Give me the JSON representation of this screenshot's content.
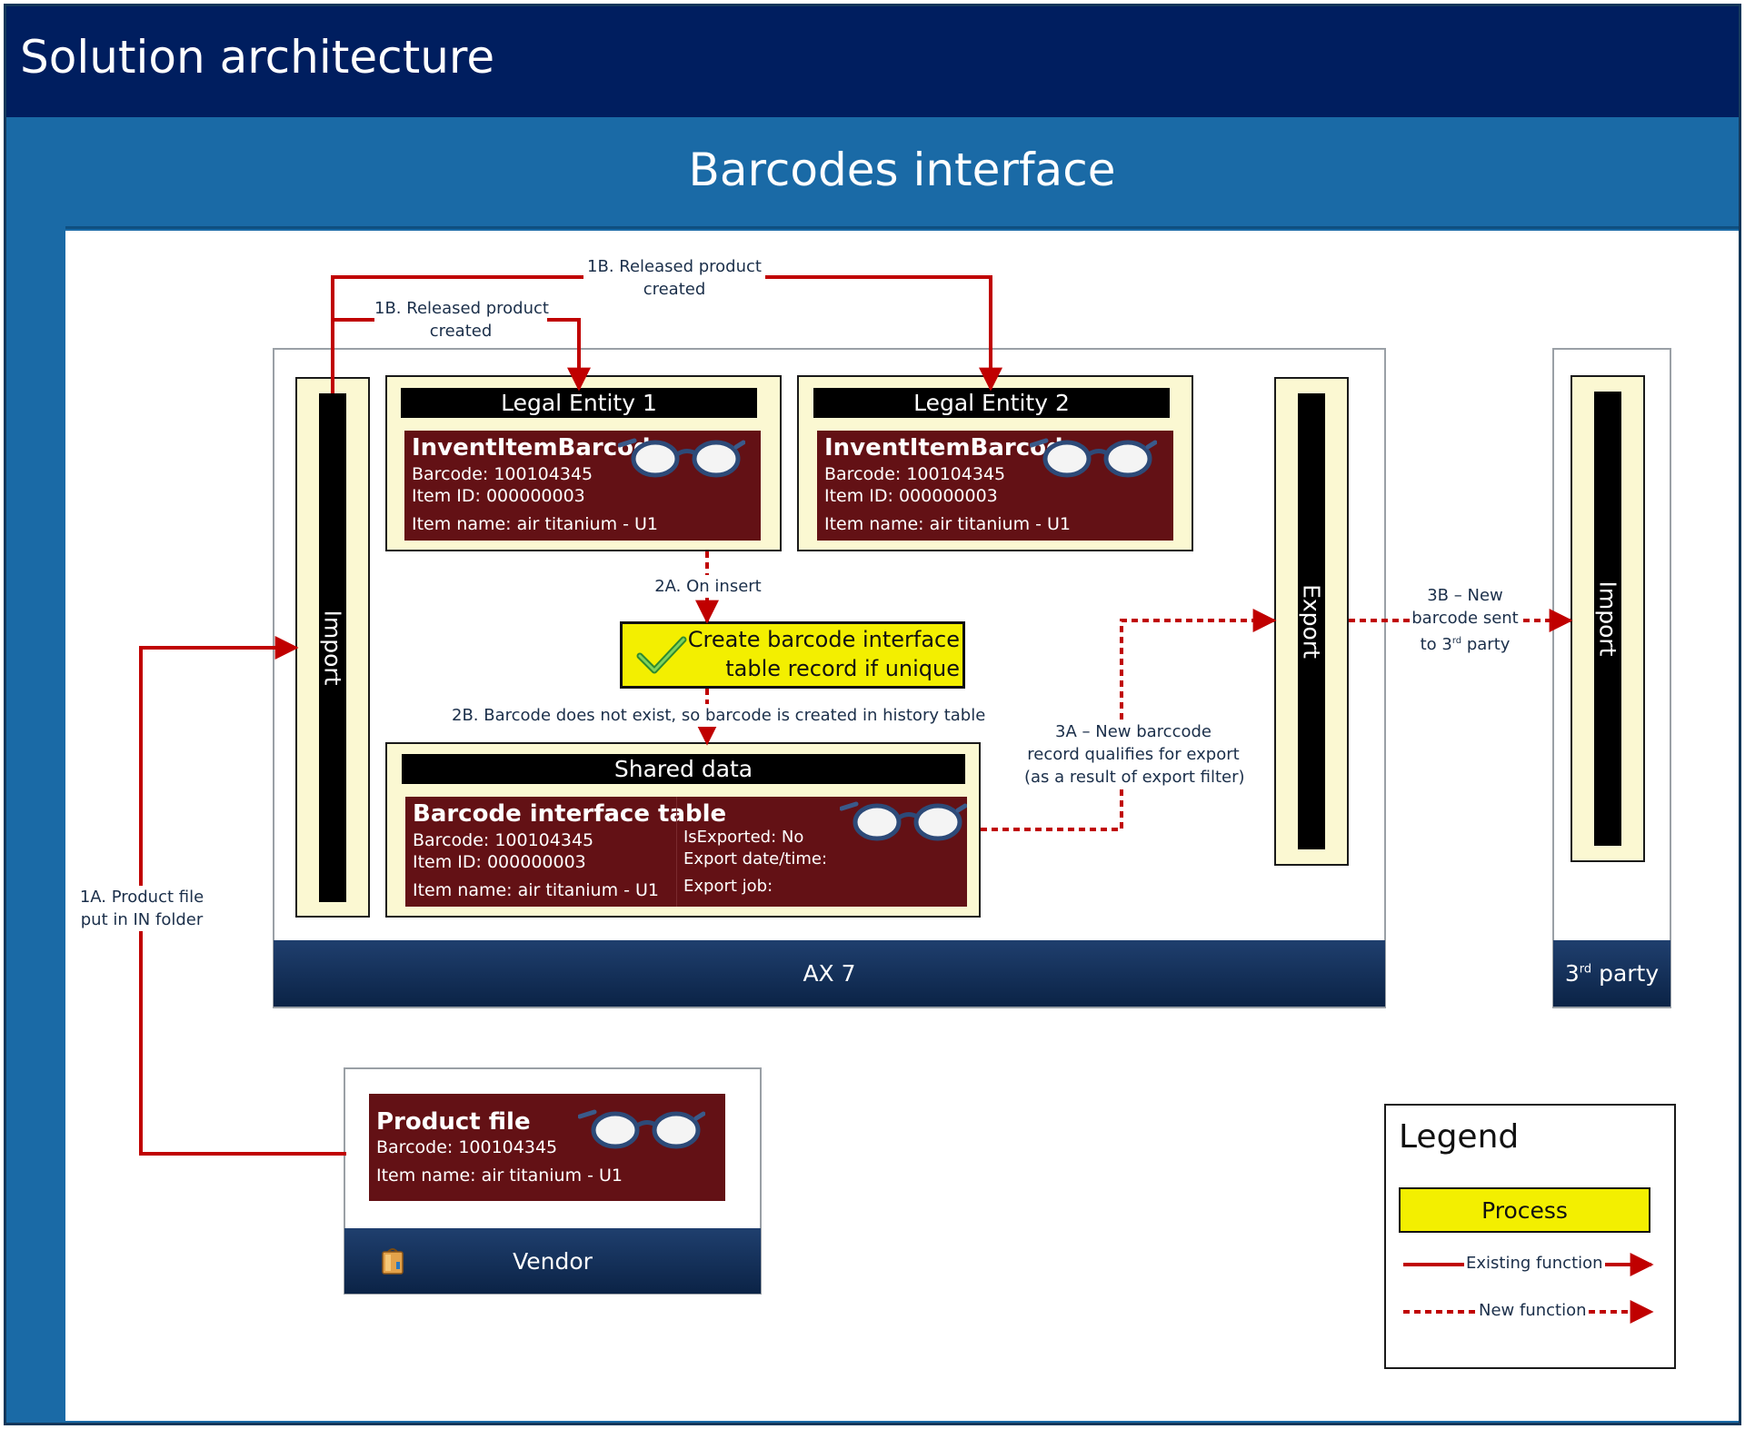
{
  "title": "Solution architecture",
  "subtitle": "Barcodes interface",
  "systems": {
    "ax7": "AX 7",
    "third_party": "3rd party",
    "vendor": "Vendor"
  },
  "columns": {
    "ax_import": "Import",
    "ax_export": "Export",
    "third_party_import": "Import"
  },
  "legal_entity_1": {
    "header": "Legal Entity 1",
    "card_title": "InventItemBarcode",
    "barcode": "Barcode: 100104345",
    "item_id": "Item ID: 000000003",
    "item_name": "Item name: air titanium - U1"
  },
  "legal_entity_2": {
    "header": "Legal Entity 2",
    "card_title": "InventItemBarcode",
    "barcode": "Barcode: 100104345",
    "item_id": "Item ID: 000000003",
    "item_name": "Item name: air titanium - U1"
  },
  "shared_data": {
    "header": "Shared data",
    "card_title": "Barcode interface table",
    "barcode": "Barcode: 100104345",
    "item_id": "Item ID: 000000003",
    "item_name": "Item name: air titanium - U1",
    "is_exported": "IsExported: No",
    "export_datetime": "Export date/time:",
    "export_job": "Export job:"
  },
  "process": {
    "line1": "Create barcode interface",
    "line2": "table record if unique"
  },
  "product_file": {
    "card_title": "Product file",
    "barcode": "Barcode: 100104345",
    "item_name": "Item name: air titanium - U1"
  },
  "labels": {
    "step_1a_line1": "1A. Product file",
    "step_1a_line2": "put in IN folder",
    "step_1b_outer_line1": "1B. Released product",
    "step_1b_outer_line2": "created",
    "step_1b_inner_line1": "1B. Released product",
    "step_1b_inner_line2": "created",
    "step_2a": "2A. On insert",
    "step_2b": "2B. Barcode does not exist, so barcode is created in history table",
    "step_3a_line1": "3A – New barccode",
    "step_3a_line2": "record qualifies for export",
    "step_3a_line3": "(as a result of export filter)",
    "step_3b_line1": "3B – New",
    "step_3b_line2": "barcode sent",
    "step_3b_line3": "to 3rd party"
  },
  "legend": {
    "title": "Legend",
    "process": "Process",
    "existing": "Existing function",
    "new": "New function"
  },
  "colors": {
    "header_navy": "#001e5f",
    "frame_blue": "#1a6aa6",
    "card_maroon": "#631115",
    "process_yellow": "#f3ef00",
    "arrow_red": "#c00000",
    "column_cream": "#fbf8d2"
  }
}
